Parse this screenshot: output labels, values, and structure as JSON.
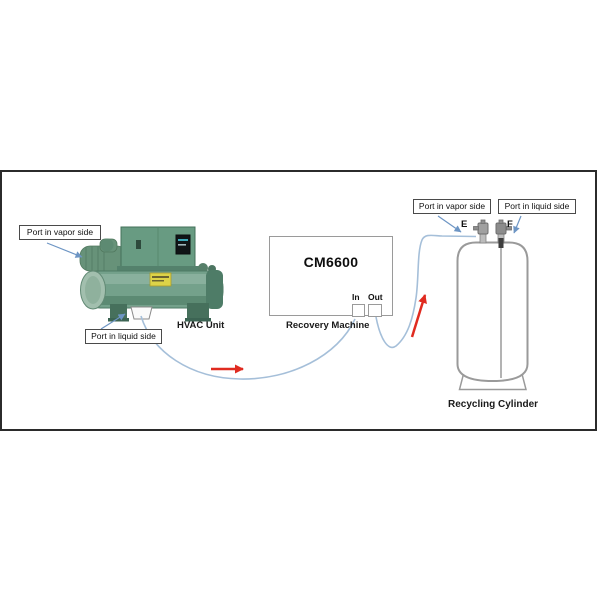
{
  "hvac": {
    "vapor_callout": "Port in vapor side",
    "liquid_callout": "Port in liquid side",
    "caption": "HVAC Unit"
  },
  "recovery_machine": {
    "model": "CM6600",
    "in_label": "In",
    "out_label": "Out",
    "caption": "Recovery Machine"
  },
  "cylinder": {
    "vapor_callout": "Port in vapor side",
    "liquid_callout": "Port in liquid side",
    "valve_e": "E",
    "valve_f": "F",
    "caption": "Recycling Cylinder"
  },
  "colors": {
    "hose": "#a5bfd9",
    "callout_arrow": "#6d95c4",
    "flow_arrow": "#e02b20",
    "frame_border": "#2b2b2b",
    "cylinder_outline": "#9a9a9a",
    "hvac_green": "#74a18b"
  }
}
